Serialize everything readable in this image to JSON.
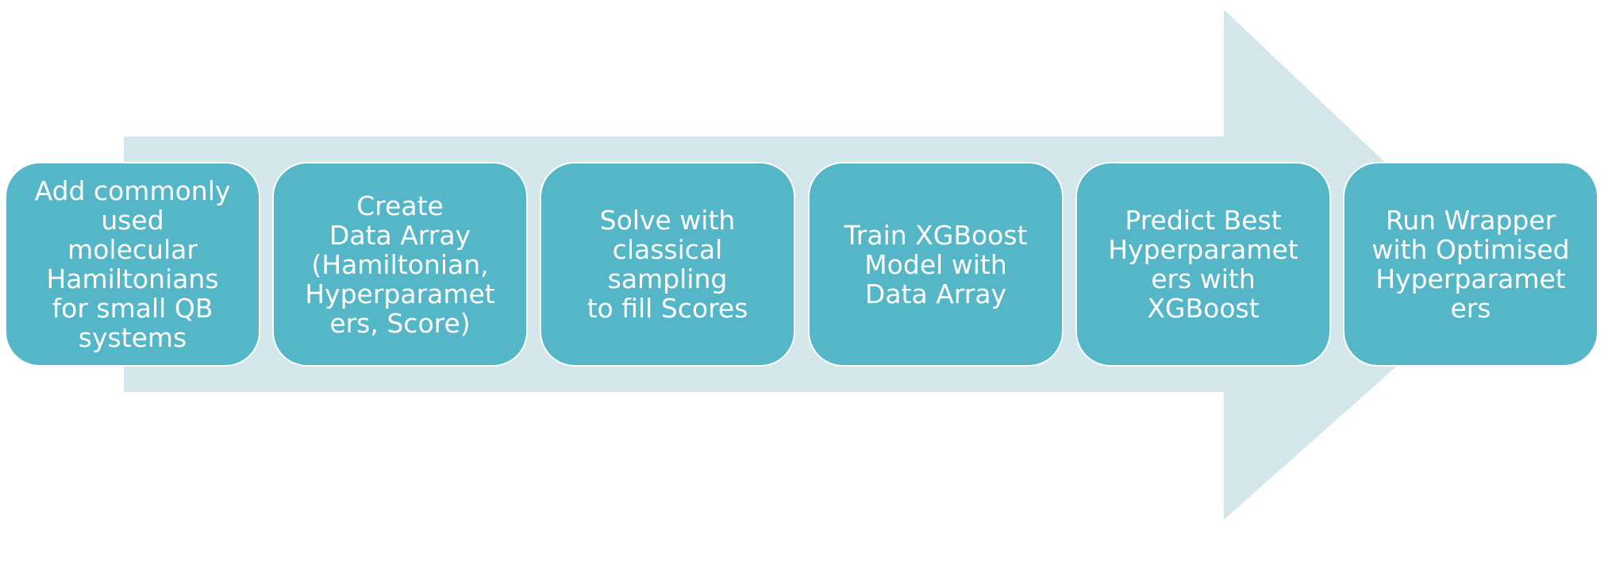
{
  "colors": {
    "arrow": "#d3e6ea",
    "step_fill": "#54b6c6",
    "step_border": "#ffffff",
    "text": "#ffffff"
  },
  "steps": [
    {
      "label": "Add commonly\nused\nmolecular\nHamiltonians\nfor small QB\nsystems"
    },
    {
      "label": "Create\nData Array\n(Hamiltonian,\nHyperparamet\ners, Score)"
    },
    {
      "label": "Solve with\nclassical\nsampling\nto fill Scores"
    },
    {
      "label": "Train XGBoost\nModel with\nData Array"
    },
    {
      "label": "Predict Best\nHyperparamet\ners with\nXGBoost"
    },
    {
      "label": "Run Wrapper\nwith Optimised\nHyperparamet\ners"
    }
  ]
}
